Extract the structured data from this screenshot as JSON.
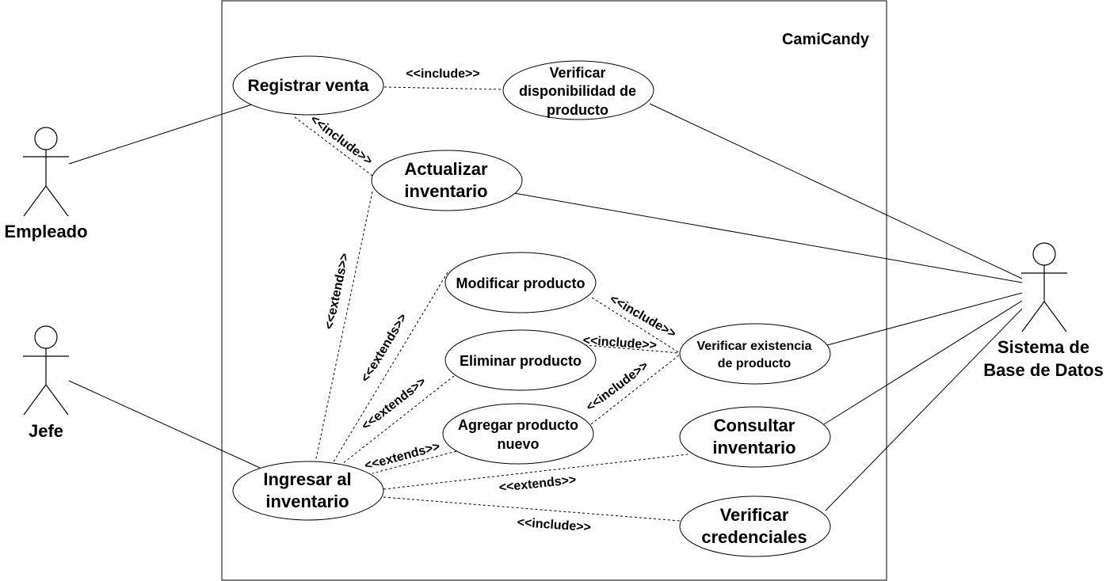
{
  "system": {
    "name": "CamiCandy"
  },
  "actors": {
    "empleado": "Empleado",
    "jefe": "Jefe",
    "sistema_bd": [
      "Sistema de",
      "Base de Datos"
    ]
  },
  "use_cases": {
    "registrar_venta": [
      "Registrar venta"
    ],
    "verificar_disponibilidad": [
      "Verificar",
      "disponibilidad de",
      "producto"
    ],
    "actualizar_inventario": [
      "Actualizar",
      "inventario"
    ],
    "modificar_producto": [
      "Modificar producto"
    ],
    "eliminar_producto": [
      "Eliminar producto"
    ],
    "agregar_producto": [
      "Agregar producto",
      "nuevo"
    ],
    "verificar_existencia": [
      "Verificar existencia",
      "de producto"
    ],
    "consultar_inventario": [
      "Consultar",
      "inventario"
    ],
    "verificar_credenciales": [
      "Verificar",
      "credenciales"
    ],
    "ingresar_inventario": [
      "Ingresar al",
      "inventario"
    ]
  },
  "relation_labels": {
    "include": "<<include>>",
    "extends": "<<extends>>"
  }
}
